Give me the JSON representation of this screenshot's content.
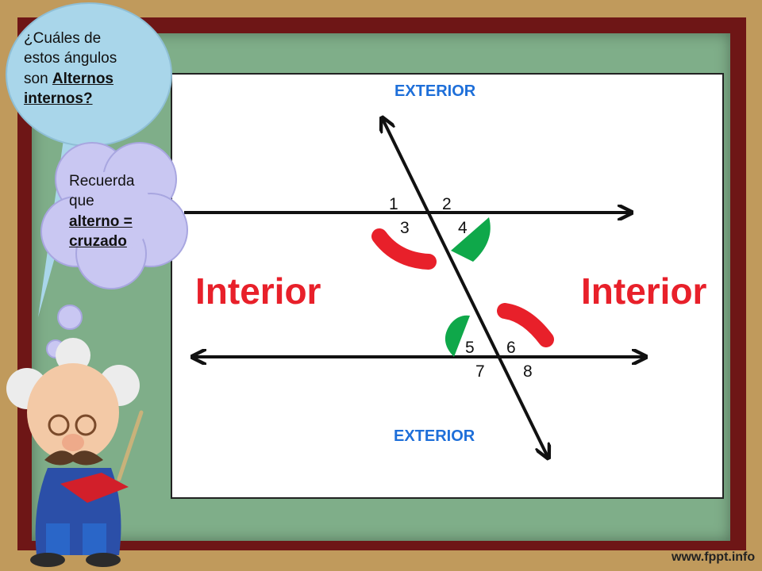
{
  "bubble_question": {
    "line1": "¿Cuáles de",
    "line2": "estos ángulos",
    "line3_plain": "son ",
    "line3_underlined": "Alternos",
    "line4_underlined": "internos?"
  },
  "bubble_hint": {
    "line1": "Recuerda",
    "line2": "que",
    "line3_underlined": "alterno =",
    "line4_underlined": "cruzado"
  },
  "diagram": {
    "exterior_top": "EXTERIOR",
    "exterior_bottom": "EXTERIOR",
    "interior_left": "Interior",
    "interior_right": "Interior",
    "angles": [
      "1",
      "2",
      "3",
      "4",
      "5",
      "6",
      "7",
      "8"
    ],
    "colors": {
      "red": "#e8202a",
      "green": "#0fa84a",
      "exterior_blue": "#1e6fd9"
    }
  },
  "watermark": "www.fppt.info"
}
